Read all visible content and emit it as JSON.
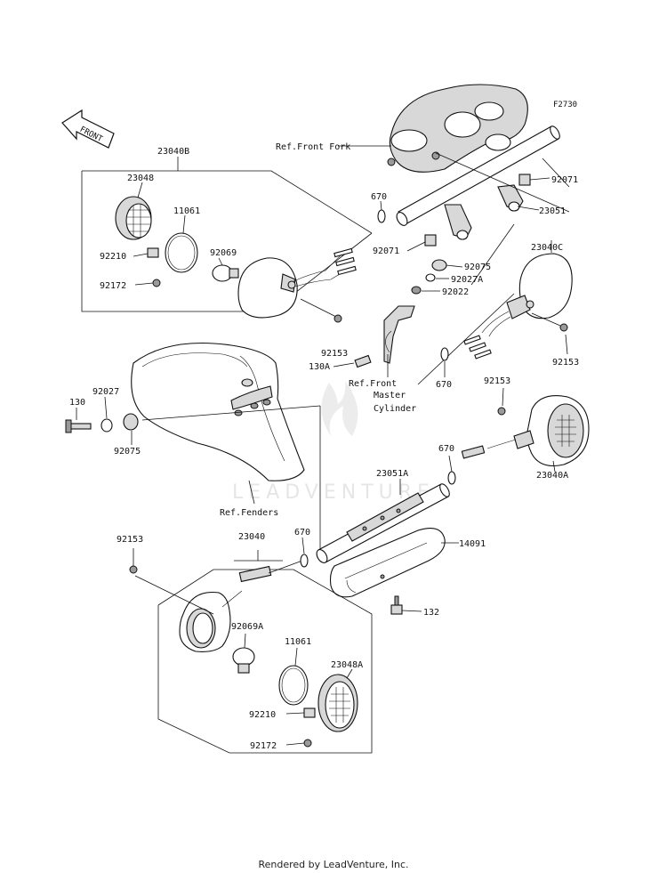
{
  "figure_code": "F2730",
  "front_label": "FRONT",
  "watermark": "LEADVENTURE",
  "footer": "Rendered by LeadVenture, Inc.",
  "labels": {
    "p23040B": "23040B",
    "p23048": "23048",
    "p11061_top": "11061",
    "p92210_top": "92210",
    "p92069": "92069",
    "p92172_top": "92172",
    "ref_front_fork": "Ref.Front Fork",
    "p670_top": "670",
    "p92071_right": "92071",
    "p23051": "23051",
    "p92071_left": "92071",
    "p92075_top": "92075",
    "p92027A": "92027A",
    "p92022": "92022",
    "p23040C": "23040C",
    "p92153_top": "92153",
    "p130A": "130A",
    "ref_master_1": "Ref.Front",
    "ref_master_2": "Master",
    "ref_master_3": "Cylinder",
    "p670_mid": "670",
    "p92153_right": "92153",
    "p92153_mid": "92153",
    "p130": "130",
    "p92027": "92027",
    "p92075_left": "92075",
    "p670_right": "670",
    "p23040A": "23040A",
    "p23051A": "23051A",
    "ref_fenders": "Ref.Fenders",
    "p92153_left": "92153",
    "p23040": "23040",
    "p670_low": "670",
    "p14091": "14091",
    "p132": "132",
    "p92069A": "92069A",
    "p11061_low": "11061",
    "p23048A": "23048A",
    "p92210_low": "92210",
    "p92172_low": "92172"
  }
}
